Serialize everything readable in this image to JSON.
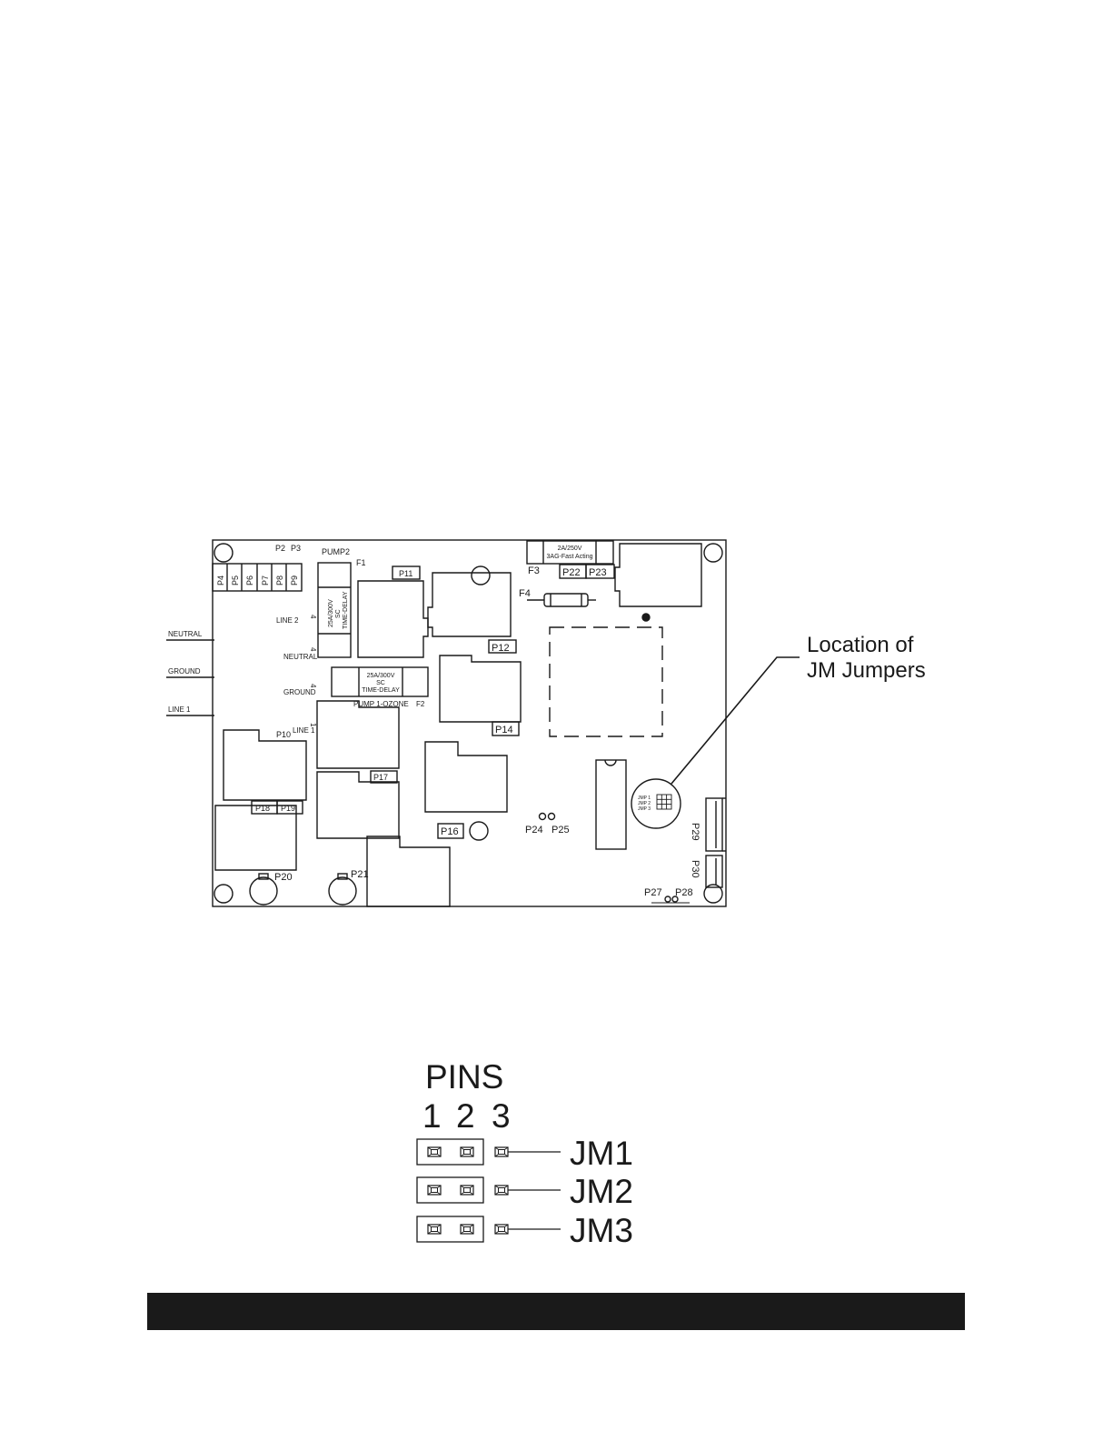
{
  "board": {
    "headers_top": [
      "P2",
      "P3"
    ],
    "pump2": "PUMP2",
    "f1": "F1",
    "f3": "F3",
    "f4": "F4",
    "f2": "F2",
    "small_connectors": [
      "P4",
      "P5",
      "P6",
      "P7",
      "P8",
      "P9"
    ],
    "fuse_f3_rating_1": "2A/250V",
    "fuse_f3_rating_2": "3AG-Fast Acting",
    "fuse_f1_rating_1": "25A/300V",
    "fuse_f1_rating_2": "SC",
    "fuse_f1_rating_3": "TIME-DELAY",
    "fuse_f2_rating_1": "25A/300V",
    "fuse_f2_rating_2": "SC",
    "fuse_f2_rating_3": "TIME-DELAY",
    "pump1_ozone": "PUMP 1-OZONE",
    "p11": "P11",
    "p12": "P12",
    "p14": "P14",
    "p16": "P16",
    "p17": "P17",
    "p18": "P18",
    "p19": "P19",
    "p20": "P20",
    "p21": "P21",
    "p22": "P22",
    "p23": "P23",
    "p24": "P24",
    "p25": "P25",
    "p27": "P27",
    "p28": "P28",
    "p29": "P29",
    "p30": "P30",
    "p10": "P10",
    "line2": "LINE 2",
    "neutral_inner": "NEUTRAL",
    "ground_inner": "GROUND",
    "line1_inner": "LINE 1",
    "pin4": "4",
    "pin1": "1",
    "jmp1": "JMP 1",
    "jmp2": "JMP 2",
    "jmp3": "JMP 3"
  },
  "wires": {
    "neutral": "NEUTRAL",
    "ground": "GROUND",
    "line1": "LINE 1"
  },
  "callout": {
    "line1": "Location of",
    "line2": "JM Jumpers"
  },
  "pins": {
    "title": "PINS",
    "numbers": [
      "1",
      "2",
      "3"
    ],
    "jumpers": [
      "JM1",
      "JM2",
      "JM3"
    ]
  }
}
